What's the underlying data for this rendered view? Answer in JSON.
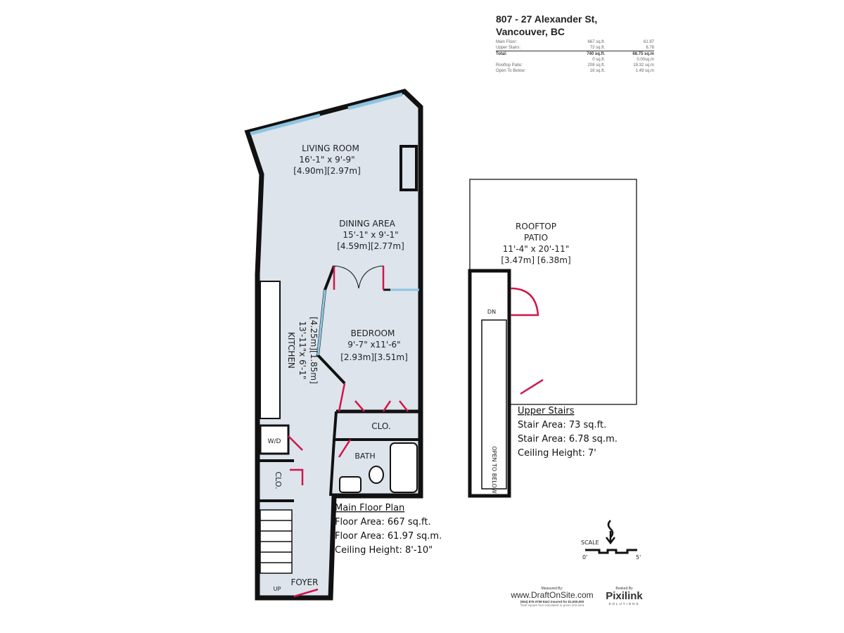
{
  "header": {
    "address_line1": "807 - 27 Alexander St,",
    "address_line2": "Vancouver, BC",
    "areas": [
      {
        "label": "Main Floor:",
        "sqft": "667 sq.ft.",
        "sqm": "61.97"
      },
      {
        "label": "Upper Stairs:",
        "sqft": "73 sq.ft.",
        "sqm": "6.78"
      },
      {
        "label": "Total:",
        "sqft": "740 sq.ft.",
        "sqm": "68.75 sq.m"
      },
      {
        "label": "",
        "sqft": "0 sq.ft.",
        "sqm": "0.00sq.m"
      },
      {
        "label": "Rooftop Patio:",
        "sqft": "208 sq.ft.",
        "sqm": "19.32 sq.m"
      },
      {
        "label": "Open To Below:",
        "sqft": "16 sq.ft.",
        "sqm": "1.49 sq.m"
      }
    ]
  },
  "rooms": {
    "living": [
      "LIVING ROOM",
      "16'-1\" x 9'-9\"",
      "[4.90m][2.97m]"
    ],
    "dining": [
      "DINING AREA",
      "15'-1\" x 9'-1\"",
      "[4.59m][2.77m]"
    ],
    "bedroom": [
      "BEDROOM",
      "9'-7\" x11'-6\"",
      "[2.93m][3.51m]"
    ],
    "kitchen": [
      "KITCHEN",
      "13'-11\"x 6'-1\"",
      "[4.25m][1.85m]"
    ],
    "clo1": "CLO.",
    "clo2": "CLO.",
    "bath": "BATH",
    "wd": "W/D",
    "foyer": "FOYER",
    "up": "UP",
    "dn": "DN",
    "open_below": "OPEN TO BELOW",
    "rooftop": [
      "ROOFTOP",
      "PATIO",
      "11'-4\" x 20'-11\"",
      "[3.47m] [6.38m]"
    ]
  },
  "main_floor": {
    "title": "Main Floor Plan",
    "lines": [
      "Floor Area: 667 sq.ft.",
      "Floor Area: 61.97 sq.m.",
      "Ceiling Height: 8'-10\""
    ]
  },
  "upper_stairs": {
    "title": "Upper Stairs",
    "lines": [
      "Stair Area: 73 sq.ft.",
      "Stair Area: 6.78 sq.m.",
      "Ceiling Height: 7'"
    ]
  },
  "scale": {
    "label": "SCALE",
    "min": "0'",
    "max": "5'"
  },
  "footer": {
    "measured_by": "Measured By:",
    "draft_brand": "www.DraftOnSite.com",
    "draft_phone": "(604) 876-3708  E&O insured for $1,000,000",
    "draft_note": "Total square foot calculated to gross unit area",
    "booked_by": "Booked By",
    "pixilink": "Pixilink",
    "pixilink_sub": "SOLUTIONS"
  },
  "colors": {
    "floor": "#dde4ec",
    "wall": "#111111",
    "door": "#d0164a",
    "window": "#8fc4e0"
  }
}
